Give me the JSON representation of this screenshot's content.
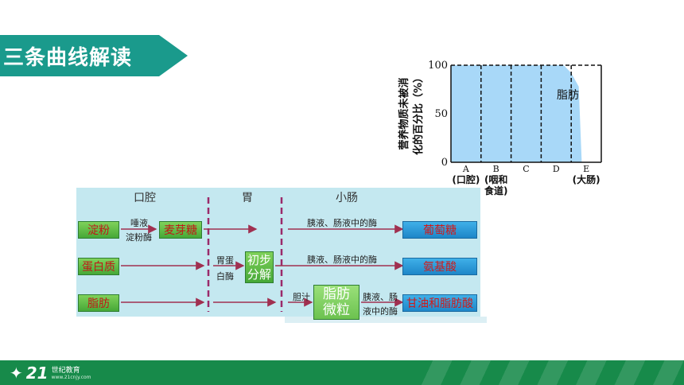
{
  "title": "三条曲线解读",
  "chart_data": {
    "type": "area",
    "ylabel_lines": [
      "营养物质未被消",
      "化的百分比（%）"
    ],
    "y_ticks": [
      0,
      50,
      100
    ],
    "ylim": [
      0,
      100
    ],
    "x_categories": [
      "A",
      "B",
      "C",
      "D",
      "E"
    ],
    "x_sublabels": [
      "(口腔)",
      "(咽和",
      "食道)",
      "(大肠)"
    ],
    "series": [
      {
        "name": "脂肪",
        "color": "#a8d8f8",
        "points": [
          [
            0,
            100
          ],
          [
            0.25,
            100
          ],
          [
            0.5,
            100
          ],
          [
            0.75,
            100
          ],
          [
            0.8,
            92
          ],
          [
            0.85,
            78
          ],
          [
            0.87,
            0
          ]
        ]
      }
    ]
  },
  "diagram": {
    "regions": [
      "口腔",
      "胃",
      "小肠"
    ],
    "row1": {
      "source": "淀粉",
      "enzyme_top": "唾液",
      "enzyme_bottom": "淀粉酶",
      "intermediate": "麦芽糖",
      "enzyme2": "胰液、肠液中的酶",
      "product": "葡萄糖"
    },
    "row2": {
      "source": "蛋白质",
      "enzyme_top": "胃蛋",
      "enzyme_bottom": "白酶",
      "intermediate_top": "初步",
      "intermediate_bottom": "分解",
      "enzyme2": "胰液、肠液中的酶",
      "product": "氨基酸"
    },
    "row3": {
      "source": "脂肪",
      "bile": "胆汁",
      "intermediate_top": "脂肪",
      "intermediate_bottom": "微粒",
      "enzyme_top": "胰液、肠",
      "enzyme_bottom": "液中的酶",
      "product": "甘油和脂肪酸"
    }
  },
  "footer": {
    "logo_mark": "21",
    "logo_text": "世纪教育",
    "logo_sub": "www.21cnjy.com"
  }
}
